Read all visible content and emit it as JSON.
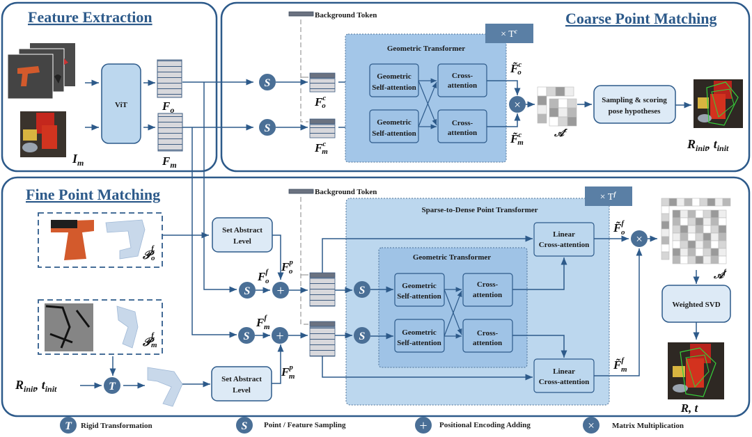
{
  "sections": {
    "feature_extraction": "Feature Extraction",
    "coarse_matching": "Coarse Point Matching",
    "fine_matching": "Fine Point Matching"
  },
  "feature_extraction": {
    "vit": "ViT",
    "fo": "F",
    "fo_sub": "o",
    "fm": "F",
    "fm_sub": "m",
    "im": "I",
    "im_sub": "m"
  },
  "coarse": {
    "background_token": "Background Token",
    "repeat": "× T",
    "repeat_sup": "c",
    "geo_transformer": "Geometric Transformer",
    "geo_self_attn_1": "Geometric",
    "geo_self_attn_2": "Self-attention",
    "cross_attn_1": "Cross-",
    "cross_attn_2": "attention",
    "foc": "F",
    "fmc": "F",
    "fo_tilde": "F̃",
    "fm_tilde": "F̃",
    "sup_c": "c",
    "sub_o": "o",
    "sub_m": "m",
    "affinity": "𝒜",
    "sampling_1": "Sampling & scoring",
    "sampling_2": "pose hypotheses",
    "output": "R",
    "output_sub": "init",
    "output_t": "t",
    "output_t_sub": "init"
  },
  "fine": {
    "background_token": "Background Token",
    "repeat": "× T",
    "repeat_sup": "f",
    "s2d_transformer": "Sparse-to-Dense Point Transformer",
    "geo_transformer": "Geometric Transformer",
    "geo_self_attn_1": "Geometric",
    "geo_self_attn_2": "Self-attention",
    "cross_attn_1": "Cross-",
    "cross_attn_2": "attention",
    "linear_1": "Linear",
    "linear_2": "Cross-attention",
    "set_abstract_1": "Set Abstract",
    "set_abstract_2": "Level",
    "p_o": "𝒫",
    "p_m": "𝒫",
    "sup_f": "f",
    "sup_p": "p",
    "sub_o": "o",
    "sub_m": "m",
    "F": "F",
    "F_tilde": "F̃",
    "affinity": "𝒜",
    "weighted_svd": "Weighted SVD",
    "input_r": "R",
    "input_t": "t",
    "input_sub": "init",
    "output": "R, t"
  },
  "legend": {
    "rigid": "Rigid Transformation",
    "sampling": "Point / Feature Sampling",
    "pos_enc": "Positional Encoding Adding",
    "matmul": "Matrix Multiplication",
    "rigid_symbol": "T",
    "sampling_symbol": "S",
    "pos_symbol": "+",
    "matmul_symbol": "×"
  },
  "colors": {
    "frame": "#2d5a8a",
    "node": "#4a6f96",
    "outer_block": "#bcd7ee",
    "inner_block": "#9fc3e6",
    "box": "#a9cbea",
    "light_box": "#ddeaf6",
    "repeat_tag": "#5a7fa5"
  }
}
